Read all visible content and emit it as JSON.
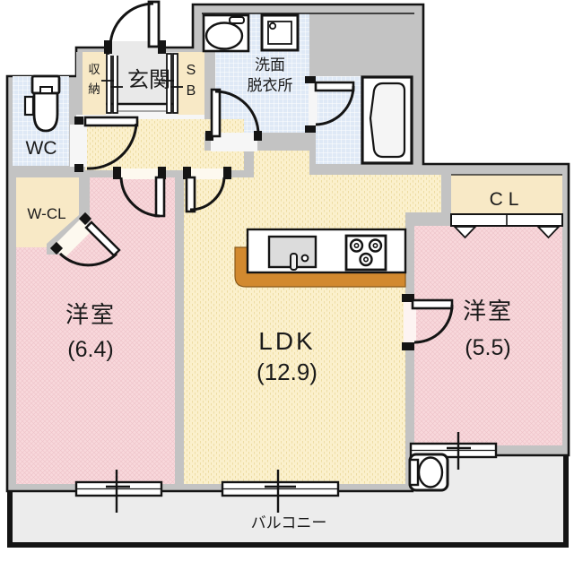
{
  "title": "apartment-floor-plan",
  "colors": {
    "wall_gray": "#c3c3c3",
    "outline_black": "#141414",
    "room_pink": "#f8d8db",
    "room_yellow": "#fbf0cc",
    "room_blue": "#dfe9f6",
    "closet_beige": "#f8e9c6",
    "genkan_gray": "#e9e9e9",
    "balcony_gray": "#ececec",
    "counter_brown": "#d2892f"
  },
  "rooms": {
    "genkan": {
      "label": "玄関"
    },
    "shuno": {
      "char1": "収",
      "char2": "納"
    },
    "shoe_box": {
      "char1": "S",
      "char2": "B"
    },
    "wc": {
      "label": "WC"
    },
    "washroom": {
      "line1": "洗面",
      "line2": "脱衣所"
    },
    "wcl": {
      "label": "W-CL"
    },
    "cl": {
      "label": "CL"
    },
    "bedroom1": {
      "label": "洋室",
      "size": "(6.4)"
    },
    "ldk": {
      "label": "LDK",
      "size": "(12.9)"
    },
    "bedroom2": {
      "label": "洋室",
      "size": "(5.5)"
    },
    "balcony": {
      "label": "バルコニー"
    }
  }
}
